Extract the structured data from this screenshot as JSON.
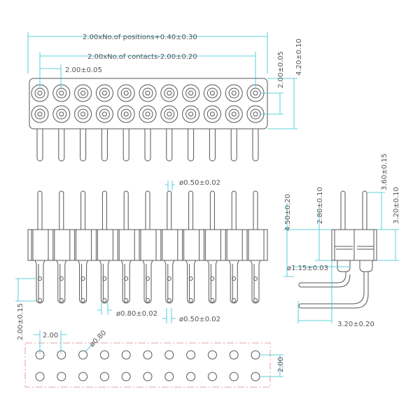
{
  "dimensions": {
    "total_length": "2.00xNo.of  positions+0.40±0.30",
    "contacts_length": "2.00xNo.of  contacts-2.00±0.20",
    "pitch_top": "2.00±0.05",
    "row_pitch": "2.00±0.05",
    "body_width": "4.20±0.10",
    "pin_dia_top": "ø0.50±0.02",
    "sleeve_dia": "ø0.80±0.02",
    "pin_dia_bottom": "ø0.50±0.02",
    "tail_length": "2.00±0.15",
    "side_total": "4.50±0.20",
    "side_body": "2.80±0.10",
    "side_pin_top": "3.60±0.15",
    "side_body2": "3.20±0.10",
    "side_sleeve_dia": "ø1.15±0.03",
    "side_bend": "3.20±0.20",
    "fp_pitch": "2.00",
    "fp_hole_dia": "ø0.80",
    "fp_row_pitch": "2.00"
  },
  "positions": 11,
  "colors": {
    "dimension": "#2ec4cf",
    "outline": "#555555",
    "centerline": "#d98888"
  }
}
